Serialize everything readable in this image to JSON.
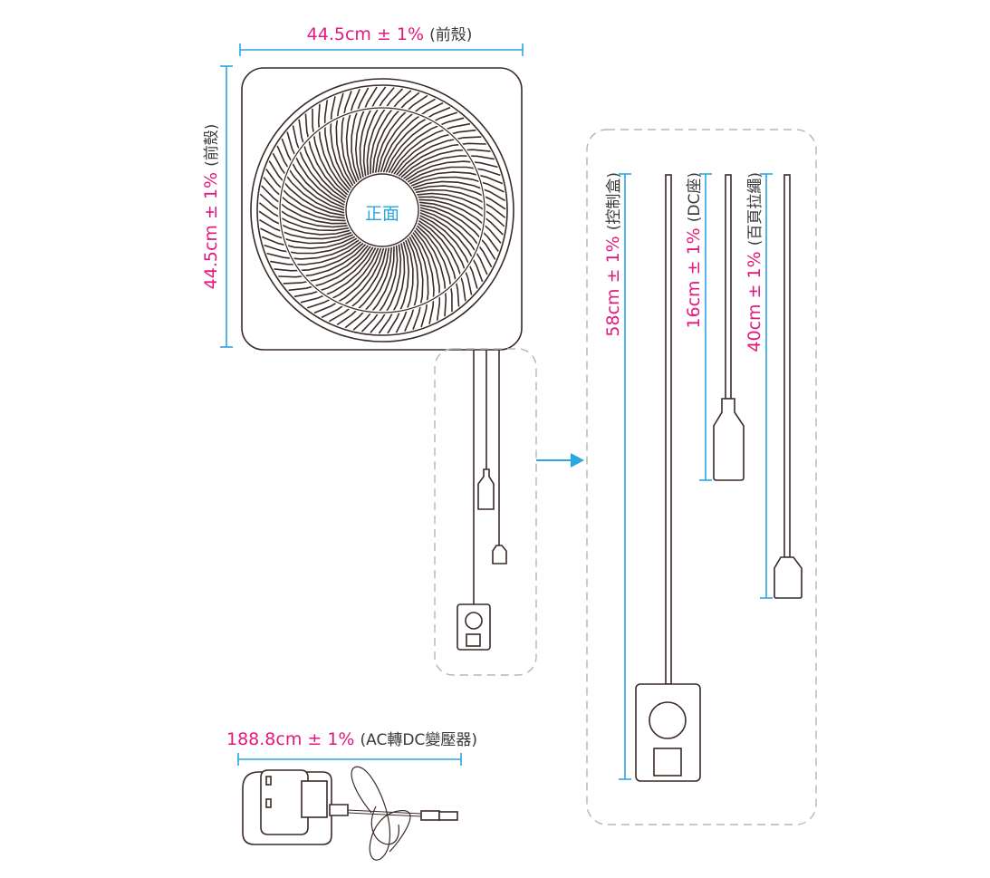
{
  "colors": {
    "accent_pink": "#e3197e",
    "dimension_blue": "#2aa7e0",
    "outline": "#3a2a28"
  },
  "fan": {
    "center_label": "正面",
    "width": {
      "value": "44.5cm ± 1%",
      "note": "(前殼)"
    },
    "height": {
      "value": "44.5cm ± 1%",
      "note": "(前殼)"
    }
  },
  "cables": [
    {
      "value": "58cm ± 1%",
      "note": "(控制盒)"
    },
    {
      "value": "16cm ± 1%",
      "note": "(DC座)"
    },
    {
      "value": "40cm ± 1%",
      "note": "(百頁拉繩)"
    }
  ],
  "adapter": {
    "value": "188.8cm ± 1%",
    "note": "(AC轉DC變壓器)"
  }
}
